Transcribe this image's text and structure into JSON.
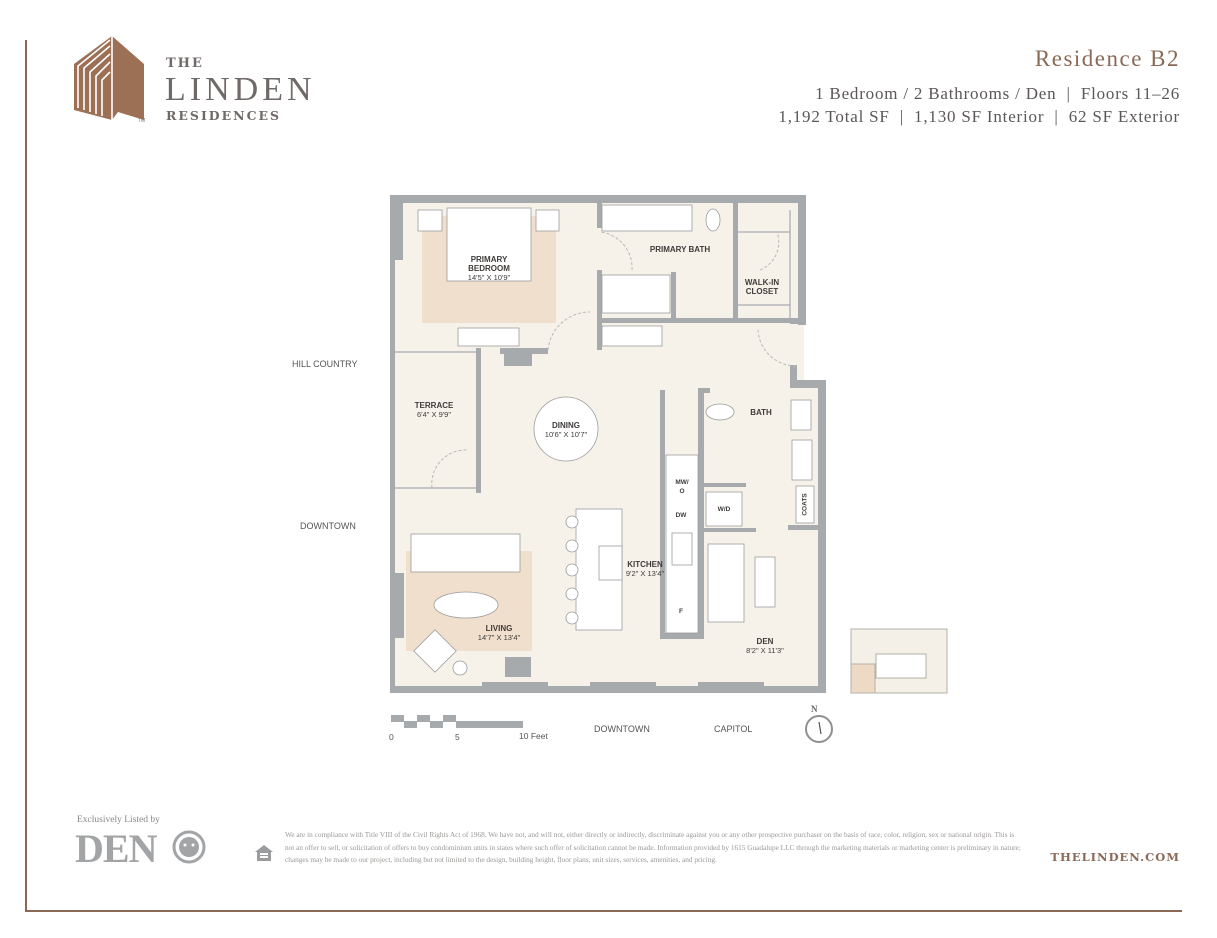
{
  "brand": {
    "logo_line1": "THE",
    "logo_line2": "LINDEN",
    "logo_line3": "RESIDENCES",
    "logo_trademark": "TM",
    "accent_color": "#8a6a56"
  },
  "header": {
    "title": "Residence B2",
    "layout": "1 Bedroom / 2 Bathrooms / Den  |  Floors 11–26",
    "areas": "1,192 Total SF  |  1,130 SF Interior  |  62 SF Exterior"
  },
  "floorplan": {
    "rooms": [
      {
        "name": "PRIMARY\nBEDROOM",
        "dims": "14'5\" X 10'9\""
      },
      {
        "name": "PRIMARY BATH",
        "dims": ""
      },
      {
        "name": "WALK-IN\nCLOSET",
        "dims": ""
      },
      {
        "name": "TERRACE",
        "dims": "6'4\" X 9'9\""
      },
      {
        "name": "DINING",
        "dims": "10'6\" X 10'7\""
      },
      {
        "name": "BATH",
        "dims": ""
      },
      {
        "name": "KITCHEN",
        "dims": "9'2\" X 13'4\""
      },
      {
        "name": "LIVING",
        "dims": "14'7\" X 13'4\""
      },
      {
        "name": "DEN",
        "dims": "8'2\" X 11'3\""
      }
    ],
    "fixtures": {
      "microwave_oven": "MW/\nO",
      "dishwasher": "DW",
      "fridge": "F",
      "washer_dryer": "W/D",
      "coats": "COATS"
    },
    "directions": {
      "west_upper": "HILL COUNTRY",
      "west_lower": "DOWNTOWN",
      "south_left": "DOWNTOWN",
      "south_right": "CAPITOL"
    },
    "scale": {
      "start": "0",
      "mid": "5",
      "end": "10 Feet"
    },
    "compass": "N",
    "floor_color": "#f6f2ea",
    "wall_color": "#a7aaad",
    "rug_color": "#f0dfcc"
  },
  "footer": {
    "listed_by": "Exclusively Listed by",
    "broker": "DEN",
    "disclaimer": "We are in compliance with Title VIII of the Civil Rights Act of 1968. We have not, and will not, either directly or indirectly, discriminate against you or any other prospective purchaser on the basis of race, color, religion, sex or national origin. This is not an offer to sell, or solicitation of offers to buy condominium units in states where such offer of solicitation cannot be made. Information provided by 1615 Guadalupe LLC through the marketing materials or marketing center is preliminary in nature; changes may be made to our project, including but not limited to the design, building height, floor plans, unit sizes, services, amenities, and pricing.",
    "website": "THELINDEN.COM",
    "equal_housing_icon": "equal-housing-icon"
  }
}
